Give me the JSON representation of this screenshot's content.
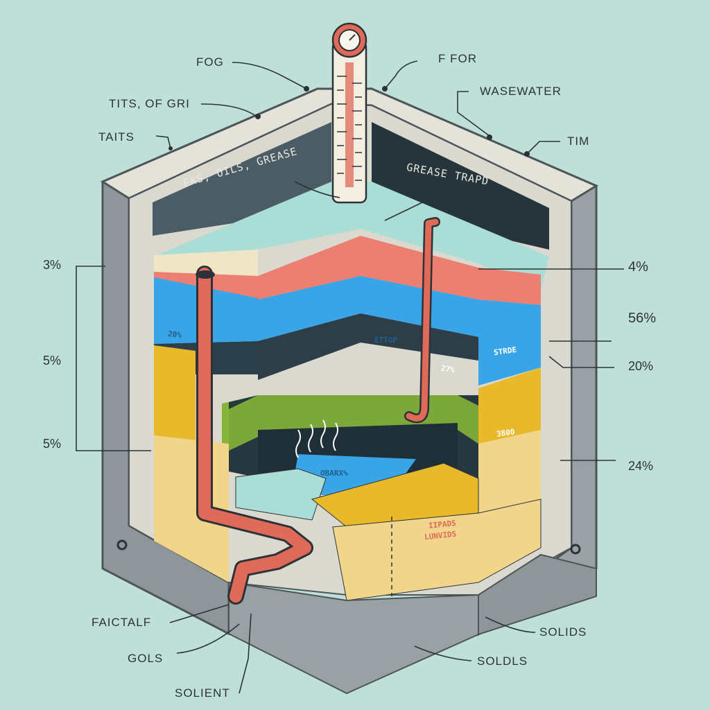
{
  "labels": {
    "fog": "FOG",
    "f_for": "F FOR",
    "tits_of_gri": "TITS, OF GRI",
    "wasewater": "WASEWATER",
    "taits": "TAITS",
    "tim": "TIM",
    "fats_oils_grease": "FAS, OILS, GREASE",
    "grease_trap": "GREASE TRAPD",
    "faictalf": "FAICTALF",
    "gols": "GOLS",
    "solient": "SOLIENT",
    "solids_1": "SOLIDS",
    "solids_2": "SOLDLS"
  },
  "percentages": {
    "left_top": "3%",
    "left_mid": "5%",
    "left_bottom": "5%",
    "right_1": "4%",
    "right_2": "56%",
    "right_3": "20%",
    "right_4": "24%"
  },
  "inner_text": {
    "blue_left": "20%",
    "blue_center": "ETTOP",
    "blue_right": "STRDE",
    "orange_small": "27%",
    "yellow_right": "3800",
    "water_box": "OBARX%",
    "front_line1": "IIPADS",
    "front_line2": "LUNVIDS"
  },
  "colors": {
    "background": "#bfe0d6",
    "frame_outer": "#8e969a",
    "frame_inner": "#dcdcd4",
    "back_wall": "#2e3d46",
    "grease_layer": "#ec7f72",
    "water_layer": "#39a4e6",
    "green_layer": "#86b53a",
    "yellow_layer": "#e9b92c",
    "sludge_layer": "#f1d58a",
    "pipe": "#e06a5a"
  },
  "icons": [
    "thermometer-icon"
  ]
}
